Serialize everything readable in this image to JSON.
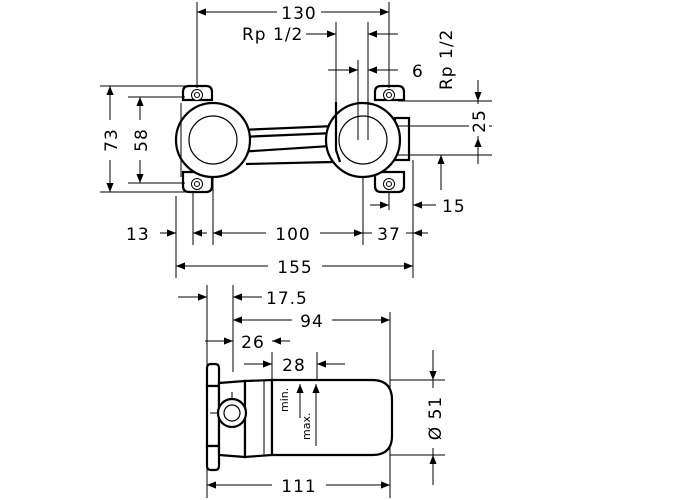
{
  "top_view": {
    "width_130": "130",
    "thread_top": "Rp 1/2",
    "thread_side": "Rp 1/2",
    "dim_6": "6",
    "height_73": "73",
    "height_58": "58",
    "dim_25": "25",
    "dim_15": "15",
    "dim_13": "13",
    "dim_100": "100",
    "dim_37": "37",
    "width_155": "155"
  },
  "side_view": {
    "dim_17_5": "17.5",
    "dim_94": "94",
    "dim_26": "26",
    "dim_28": "28",
    "label_min": "min.",
    "label_max": "max.",
    "diameter_51": "Ø 51",
    "width_111": "111"
  }
}
